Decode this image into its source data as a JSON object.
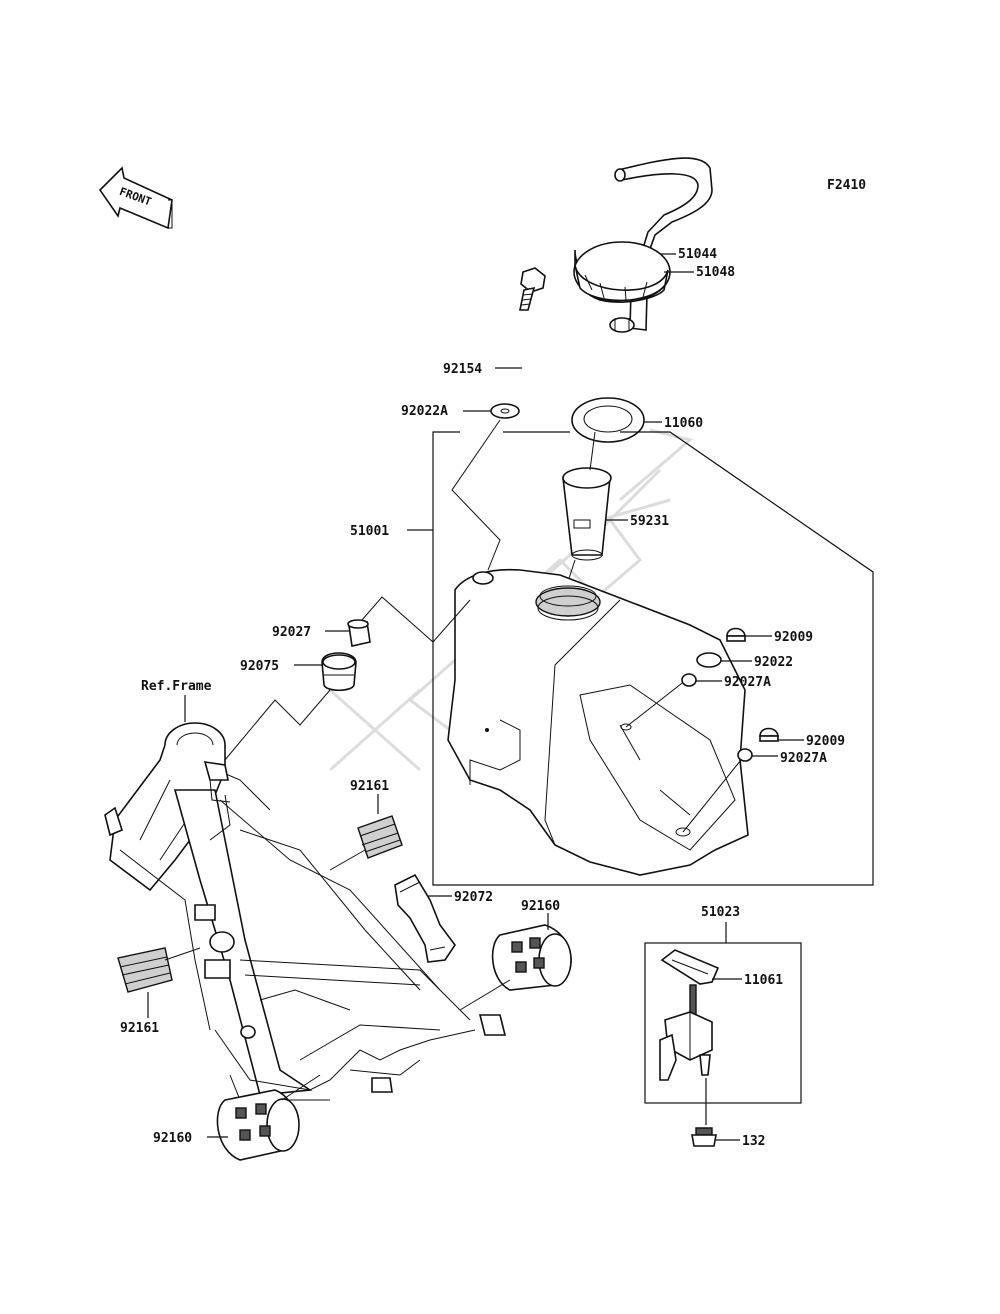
{
  "diagram": {
    "figure_code": "F2410",
    "front_marker": "FRONT",
    "ref_frame": "Ref.Frame",
    "watermark": "XPARTS",
    "parts": [
      {
        "id": "p51044",
        "number": "51044"
      },
      {
        "id": "p51048",
        "number": "51048"
      },
      {
        "id": "p92154",
        "number": "92154"
      },
      {
        "id": "p11060",
        "number": "11060"
      },
      {
        "id": "p92022A",
        "number": "92022A"
      },
      {
        "id": "p59231",
        "number": "59231"
      },
      {
        "id": "p51001",
        "number": "51001"
      },
      {
        "id": "p92027",
        "number": "92027"
      },
      {
        "id": "p92075",
        "number": "92075"
      },
      {
        "id": "p92009a",
        "number": "92009"
      },
      {
        "id": "p92022",
        "number": "92022"
      },
      {
        "id": "p92027Aa",
        "number": "92027A"
      },
      {
        "id": "p92009b",
        "number": "92009"
      },
      {
        "id": "p92027Ab",
        "number": "92027A"
      },
      {
        "id": "p92161a",
        "number": "92161"
      },
      {
        "id": "p92072",
        "number": "92072"
      },
      {
        "id": "p92160a",
        "number": "92160"
      },
      {
        "id": "p51023",
        "number": "51023"
      },
      {
        "id": "p11061",
        "number": "11061"
      },
      {
        "id": "p92161b",
        "number": "92161"
      },
      {
        "id": "p92160b",
        "number": "92160"
      },
      {
        "id": "p132",
        "number": "132"
      }
    ]
  }
}
